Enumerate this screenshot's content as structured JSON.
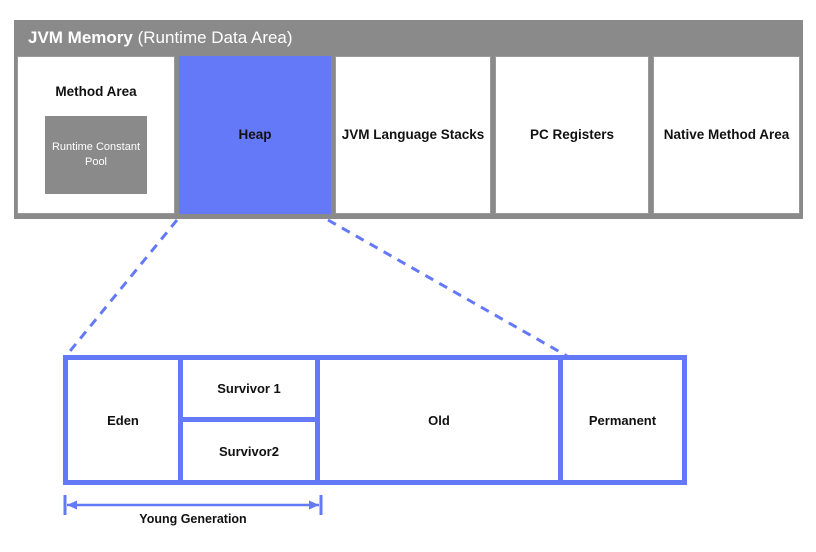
{
  "diagram": {
    "title_bold": "JVM Memory",
    "title_regular": " (Runtime Data Area)",
    "colors": {
      "frame_gray": "#8a8a8a",
      "heap_blue": "#6479f7",
      "box_white": "#ffffff",
      "text_dark": "#111111",
      "border_gray": "#9a9a9a"
    }
  },
  "runtime_data_area": {
    "regions": [
      {
        "label": "Method Area",
        "fill": "white"
      },
      {
        "label": "Heap",
        "fill": "blue"
      },
      {
        "label": "JVM Language Stacks",
        "fill": "white"
      },
      {
        "label": "PC Registers",
        "fill": "white"
      },
      {
        "label": "Native Method Area",
        "fill": "white"
      }
    ],
    "method_area": {
      "label": "Method Area",
      "inner_box_label": "Runtime Constant Pool"
    },
    "heap": {
      "label": "Heap"
    },
    "jvm_language_stacks": {
      "label": "JVM Language Stacks"
    },
    "pc_registers": {
      "label": "PC Registers"
    },
    "native_method_area": {
      "label": "Native Method Area"
    }
  },
  "heap_detail": {
    "cells": [
      {
        "label": "Eden"
      },
      {
        "label": "Survivor 1"
      },
      {
        "label": "Survivor2"
      },
      {
        "label": "Old"
      },
      {
        "label": "Permanent"
      }
    ],
    "eden": {
      "label": "Eden"
    },
    "survivor1": {
      "label": "Survivor 1"
    },
    "survivor2": {
      "label": "Survivor2"
    },
    "old": {
      "label": "Old"
    },
    "permanent": {
      "label": "Permanent"
    }
  },
  "annotations": {
    "young_generation": {
      "label": "Young Generation"
    }
  }
}
